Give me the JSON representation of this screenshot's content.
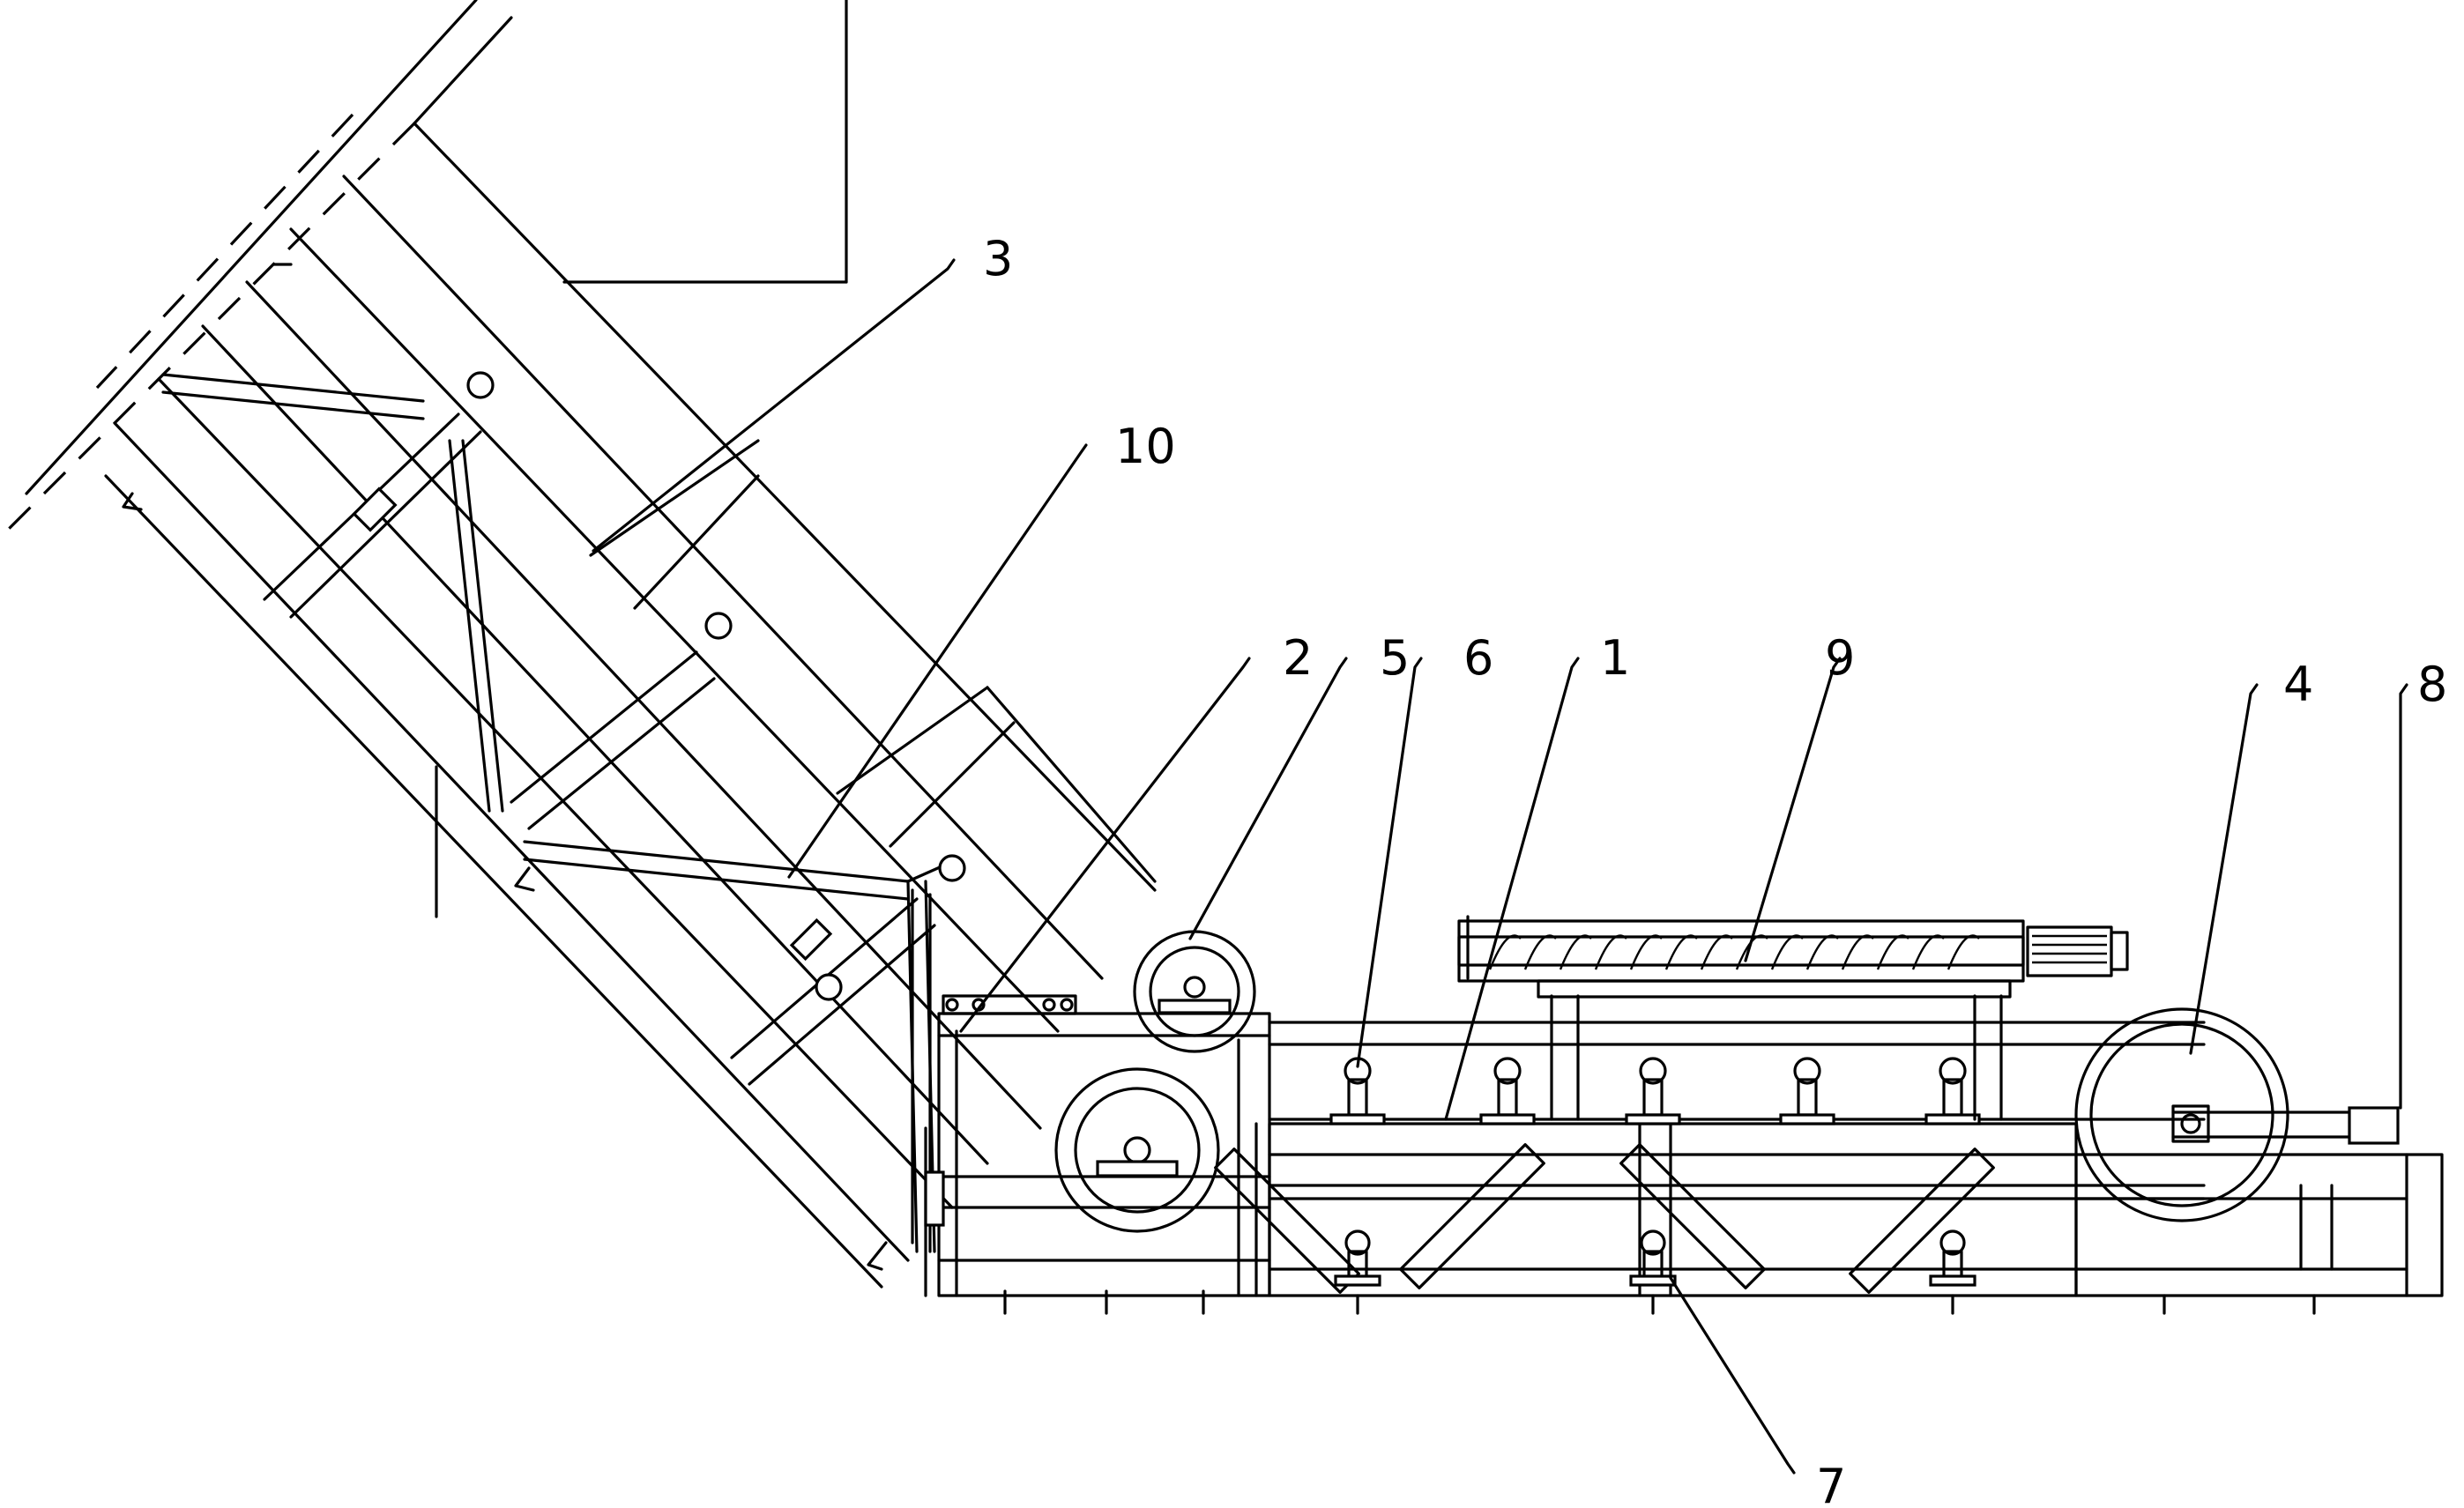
{
  "callouts": [
    {
      "id": "callout-1",
      "label": "1"
    },
    {
      "id": "callout-2",
      "label": "2"
    },
    {
      "id": "callout-3",
      "label": "3"
    },
    {
      "id": "callout-4",
      "label": "4"
    },
    {
      "id": "callout-5",
      "label": "5"
    },
    {
      "id": "callout-6",
      "label": "6"
    },
    {
      "id": "callout-7",
      "label": "7"
    },
    {
      "id": "callout-8",
      "label": "8"
    },
    {
      "id": "callout-9",
      "label": "9"
    },
    {
      "id": "callout-10",
      "label": "10"
    }
  ]
}
